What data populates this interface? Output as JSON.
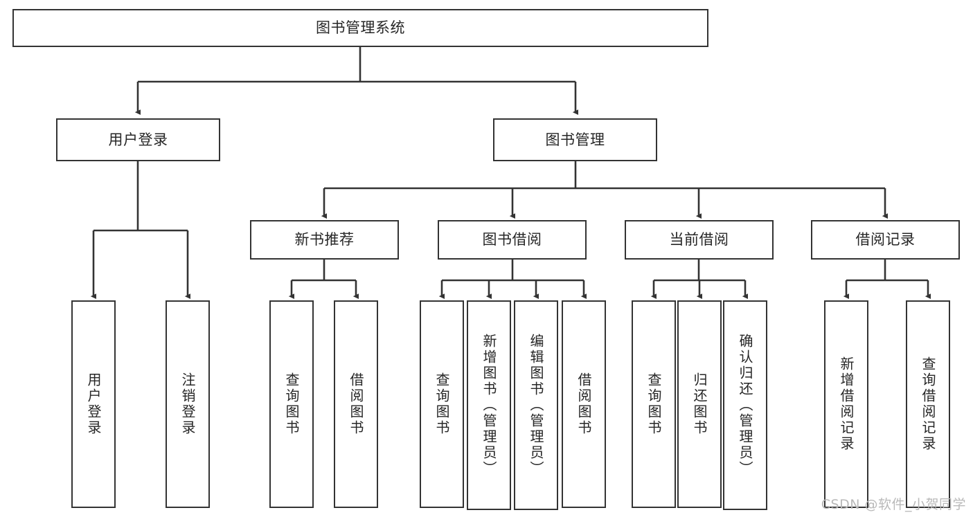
{
  "diagram": {
    "type": "tree",
    "title": "图书管理系统",
    "orientation": "top-down",
    "colors": {
      "box_border": "#333333",
      "box_fill": "#ffffff",
      "text": "#262626",
      "edge": "#333333",
      "watermark": "#b9b9b9"
    },
    "nodes": {
      "root": {
        "label": "图书管理系统",
        "level": 1,
        "text_direction": "horizontal"
      },
      "l2": [
        {
          "label": "用户登录",
          "level": 2,
          "text_direction": "horizontal"
        },
        {
          "label": "图书管理",
          "level": 2,
          "text_direction": "horizontal"
        }
      ],
      "l3": [
        {
          "label": "新书推荐",
          "level": 3,
          "text_direction": "horizontal"
        },
        {
          "label": "图书借阅",
          "level": 3,
          "text_direction": "horizontal"
        },
        {
          "label": "当前借阅",
          "level": 3,
          "text_direction": "horizontal"
        },
        {
          "label": "借阅记录",
          "level": 3,
          "text_direction": "horizontal"
        }
      ],
      "leaves_user_login": [
        {
          "label": "用户登录",
          "level": 3,
          "text_direction": "vertical"
        },
        {
          "label": "注销登录",
          "level": 3,
          "text_direction": "vertical"
        }
      ],
      "leaves_new_book": [
        {
          "label": "查询图书",
          "level": 4,
          "text_direction": "vertical"
        },
        {
          "label": "借阅图书",
          "level": 4,
          "text_direction": "vertical"
        }
      ],
      "leaves_borrow": [
        {
          "label": "查询图书",
          "level": 4,
          "text_direction": "vertical"
        },
        {
          "label": "新增图书（管理员）",
          "level": 4,
          "text_direction": "vertical"
        },
        {
          "label": "编辑图书（管理员）",
          "level": 4,
          "text_direction": "vertical"
        },
        {
          "label": "借阅图书",
          "level": 4,
          "text_direction": "vertical"
        }
      ],
      "leaves_current": [
        {
          "label": "查询图书",
          "level": 4,
          "text_direction": "vertical"
        },
        {
          "label": "归还图书",
          "level": 4,
          "text_direction": "vertical"
        },
        {
          "label": "确认归还（管理员）",
          "level": 4,
          "text_direction": "vertical"
        }
      ],
      "leaves_records": [
        {
          "label": "新增借阅记录",
          "level": 4,
          "text_direction": "vertical"
        },
        {
          "label": "查询借阅记录",
          "level": 4,
          "text_direction": "vertical"
        }
      ]
    },
    "watermark": "CSDN @软件_小贺同学"
  }
}
